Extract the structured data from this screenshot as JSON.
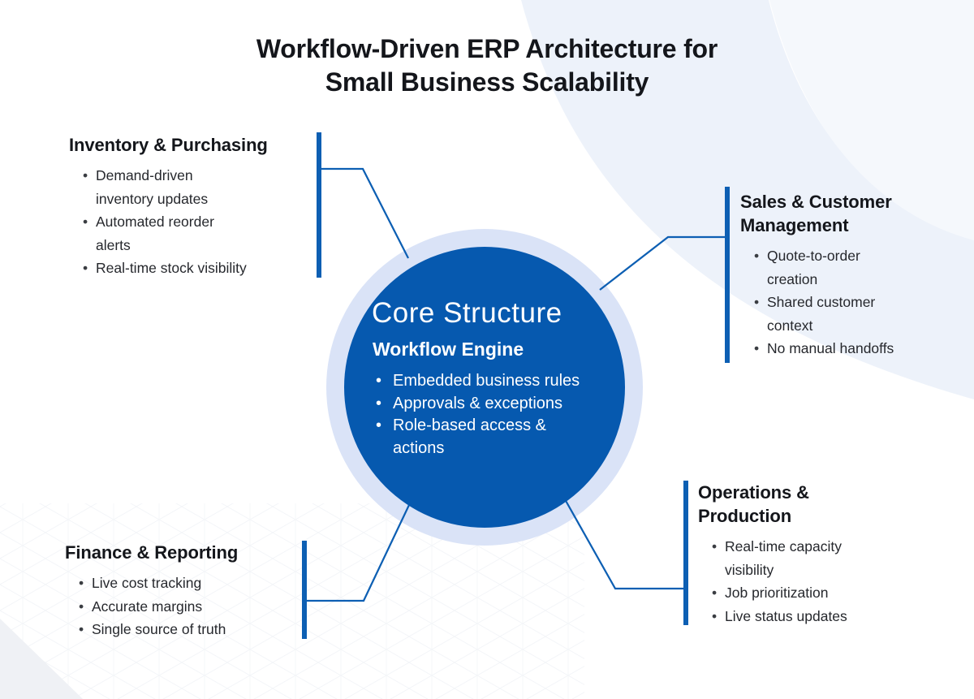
{
  "title": "Workflow-Driven ERP Architecture for\nSmall Business Scalability",
  "core": {
    "heading": "Core Structure",
    "subheading": "Workflow Engine",
    "bullets": [
      "Embedded business rules",
      "Approvals & exceptions",
      "Role-based access &\nactions"
    ]
  },
  "sections": [
    {
      "title": "Inventory & Purchasing",
      "bullets": [
        "Demand-driven\ninventory updates",
        "Automated reorder\nalerts",
        "Real-time stock visibility"
      ]
    },
    {
      "title": "Sales & Customer\nManagement",
      "bullets": [
        "Quote-to-order\ncreation",
        "Shared customer\ncontext",
        "No manual handoffs"
      ]
    },
    {
      "title": "Finance & Reporting",
      "bullets": [
        "Live cost tracking",
        "Accurate margins",
        "Single source of truth"
      ]
    },
    {
      "title": "Operations &\nProduction",
      "bullets": [
        "Real-time capacity\nvisibility",
        "Job prioritization",
        "Live status updates"
      ]
    }
  ],
  "colors": {
    "core_circle_fill": "#0659af",
    "core_halo": "#dae3f7",
    "connector_blue": "#0d5fb3",
    "heading_text": "#14161b",
    "body_text": "#26282d",
    "background_band": "#edf2fa"
  }
}
